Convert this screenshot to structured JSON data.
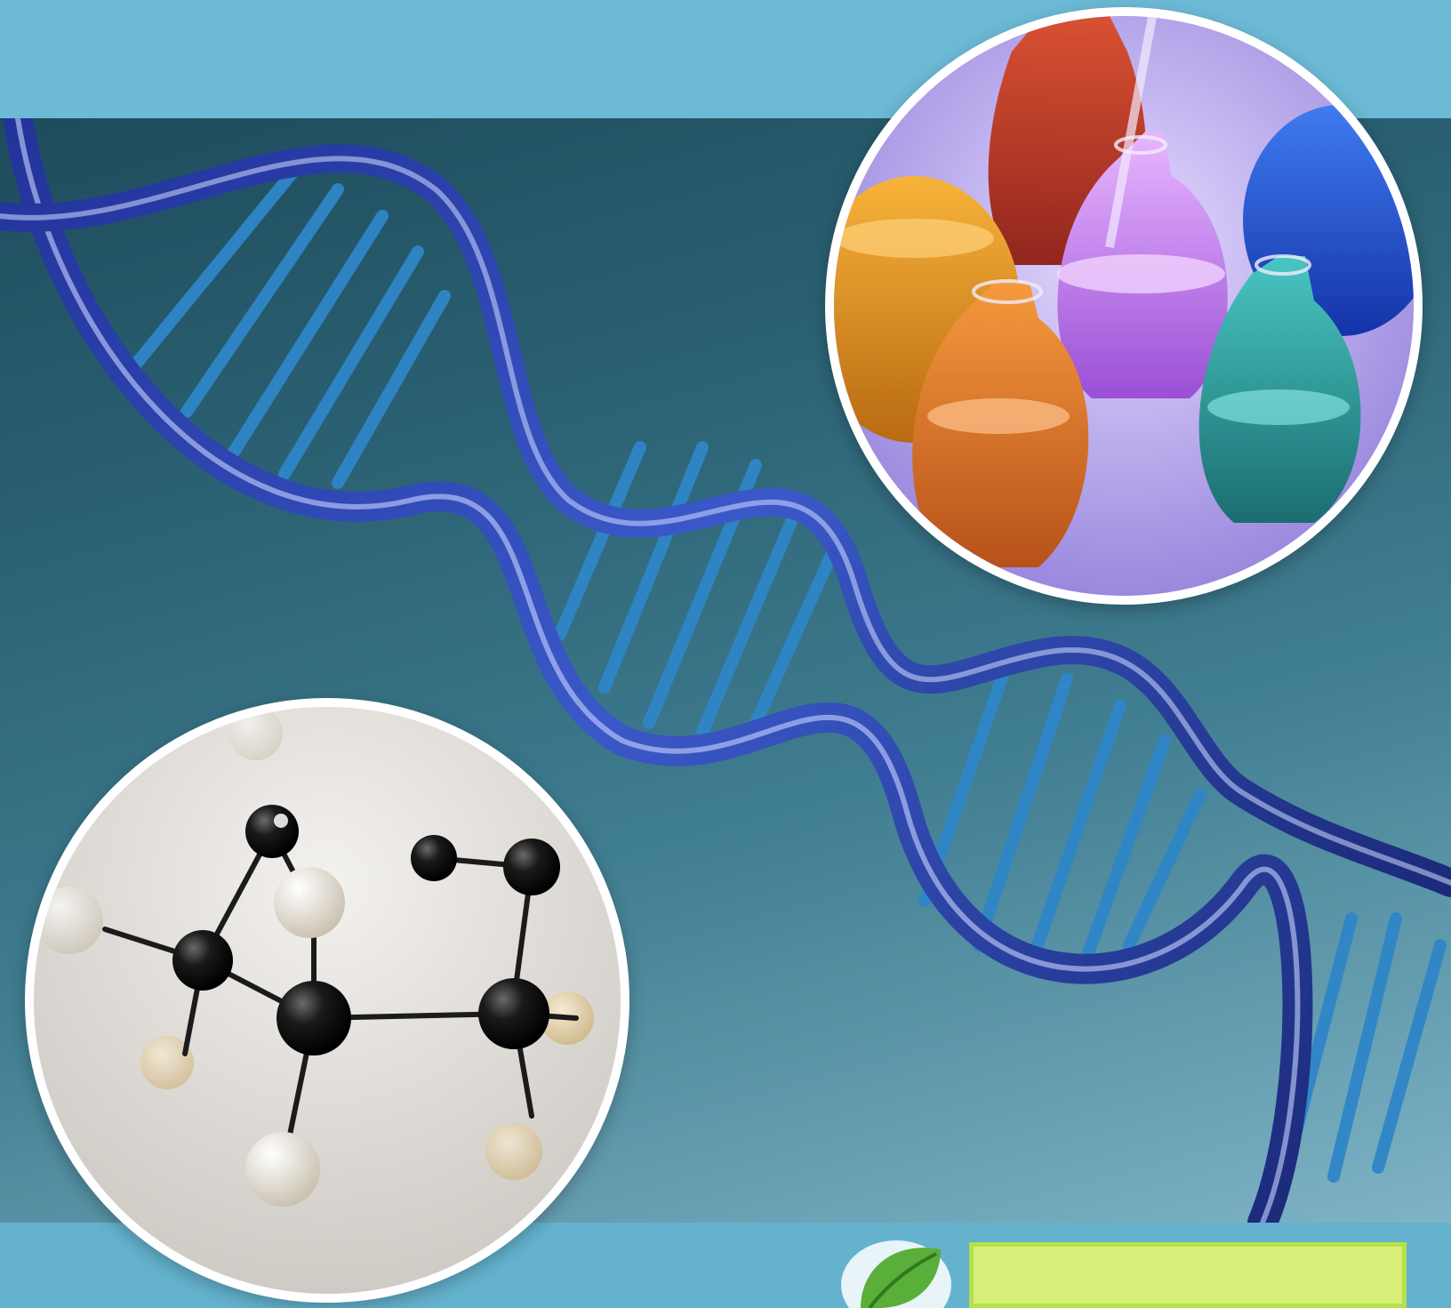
{
  "scene": {
    "description_colors": {
      "band_top": "#6cbad6",
      "band_bottom": "#64b2ce",
      "panel_dark": "#1e4c5c",
      "panel_light": "#7fb3c6",
      "helix_strand": "#1a3a9c",
      "helix_rung": "#2f86c8",
      "logo_border": "#b5e14a",
      "logo_fill": "#d8f07a",
      "leaf_green": "#5aae3a"
    },
    "elements": {
      "helix": "dna-helix",
      "flasks": "chemistry-flasks-photo",
      "molecule": "molecule-model-photo",
      "logo": "green-leaf-logo"
    }
  }
}
